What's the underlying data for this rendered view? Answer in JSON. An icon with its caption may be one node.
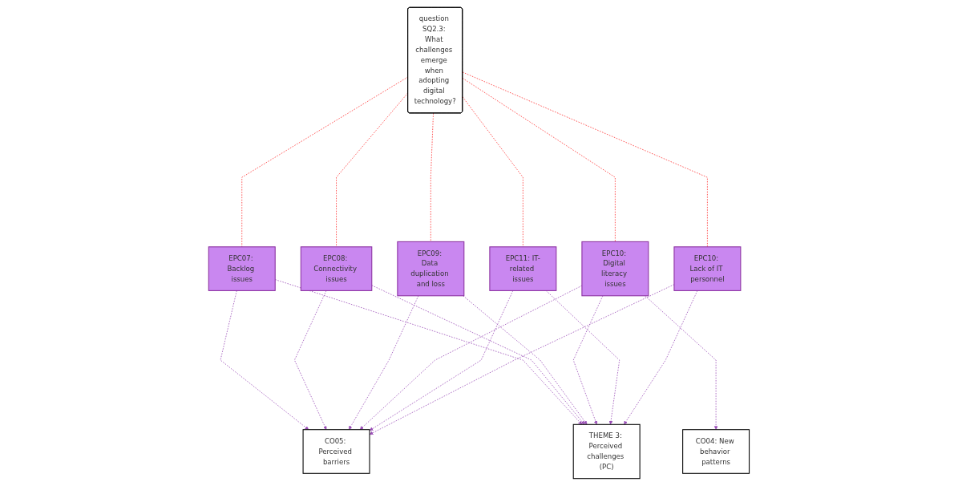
{
  "diagram": {
    "nodes": [
      {
        "text": [
          "EPC07: Backlog issues"
        ]
      },
      {
        "text": [
          "CO04: New behavior patterns"
        ]
      },
      {
        "text": [
          "question SQ2.3: What challenges emerge when adopting digital technology?"
        ]
      },
      {
        "text": [
          "EPC08: Connectivity issues"
        ]
      },
      {
        "text": [
          "EPC09: Data duplication and loss"
        ]
      },
      {
        "text": [
          "CO05: Perceived barriers"
        ]
      },
      {
        "text": [
          "EPC10: Digital literacy issues"
        ]
      },
      {
        "text": [
          "EPC11: IT-related issues"
        ]
      },
      {
        "text": [
          "THEME 3: Perceived challenges (PC)"
        ]
      },
      {
        "text": [
          "EPC10: Lack of IT personnel"
        ]
      }
    ],
    "edges": [
      {
        "from": 0,
        "to": 5,
        "arrow": "to",
        "style": "dashed"
      },
      {
        "from": 3,
        "to": 5,
        "arrow": "to",
        "style": "dashed"
      },
      {
        "from": 4,
        "to": 5,
        "arrow": "to",
        "style": "dashed"
      },
      {
        "from": 6,
        "to": 5,
        "arrow": "to",
        "style": "dashed"
      },
      {
        "from": 7,
        "to": 5,
        "arrow": "to",
        "style": "dashed"
      },
      {
        "from": 9,
        "to": 5,
        "arrow": "to",
        "style": "dashed"
      },
      {
        "from": 6,
        "to": 1,
        "arrow": "to",
        "style": "dashed"
      },
      {
        "from": 0,
        "to": 8,
        "arrow": "to",
        "style": "dashed"
      },
      {
        "from": 3,
        "to": 8,
        "arrow": "to",
        "style": "dashed"
      },
      {
        "from": 4,
        "to": 8,
        "arrow": "to",
        "style": "dashed"
      },
      {
        "from": 6,
        "to": 8,
        "arrow": "to",
        "style": "dashed"
      },
      {
        "from": 7,
        "to": 8,
        "arrow": "to",
        "style": "dashed"
      },
      {
        "from": 9,
        "to": 8,
        "arrow": "to",
        "style": "dashed"
      },
      {
        "from": 2,
        "to": 0,
        "arrow": "none",
        "style": "dashed",
        "color": "#ff3333"
      },
      {
        "from": 2,
        "to": 3,
        "arrow": "none",
        "style": "dashed",
        "color": "#ff3333"
      },
      {
        "from": 2,
        "to": 4,
        "arrow": "none",
        "style": "dashed",
        "color": "#ff3333"
      },
      {
        "from": 2,
        "to": 6,
        "arrow": "none",
        "style": "dashed",
        "color": "#ff3333"
      },
      {
        "from": 2,
        "to": 7,
        "arrow": "none",
        "style": "dashed",
        "color": "#ff3333"
      },
      {
        "from": 2,
        "to": 9,
        "arrow": "none",
        "style": "dashed",
        "color": "#ff3333"
      }
    ]
  }
}
